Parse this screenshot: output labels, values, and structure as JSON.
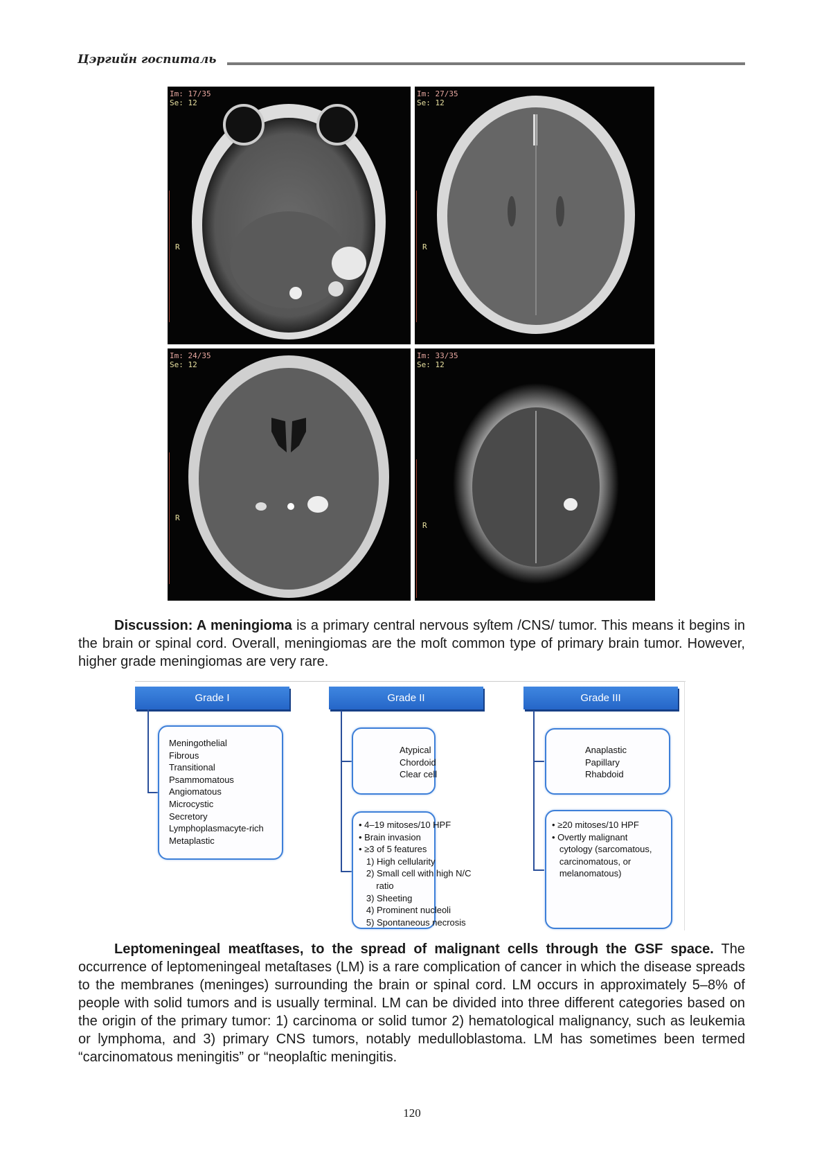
{
  "header": {
    "title": "Цэргийн госпиталь"
  },
  "mri_images": [
    {
      "im": "Im: 17/35",
      "se": "Se: 12",
      "orientation": "R"
    },
    {
      "im": "Im: 27/35",
      "se": "Se: 12",
      "orientation": "R"
    },
    {
      "im": "Im: 24/35",
      "se": "Se: 12",
      "orientation": "R"
    },
    {
      "im": "Im: 33/35",
      "se": "Se: 12",
      "orientation": "R"
    }
  ],
  "discussion": {
    "bold": "Discussion: A meningioma",
    "text": " is a primary central nervous syſtem /CNS/ tumor. This means it begins in the brain or spinal cord. Overall, meningiomas are the moſt common type of primary brain tumor. However, higher grade meningiomas are very rare."
  },
  "diagram": {
    "grades": [
      {
        "title": "Grade I",
        "types": "Meningothelial\nFibrous\nTransitional\nPsammomatous\nAngiomatous\nMicrocystic\nSecretory\nLymphoplasmacyte-rich\nMetaplastic"
      },
      {
        "title": "Grade II",
        "types": "Atypical\nChordoid\nClear cell",
        "criteria": "• 4–19 mitoses/10 HPF\n• Brain invasion\n• ≥3 of 5 features\n   1) High cellularity\n   2) Small cell with high N/C\n       ratio\n   3) Sheeting\n   4) Prominent nucleoli\n   5) Spontaneous necrosis"
      },
      {
        "title": "Grade III",
        "types": "Anaplastic\nPapillary\nRhabdoid",
        "criteria": "• ≥20 mitoses/10 HPF\n• Overtly malignant\n   cytology (sarcomatous,\n   carcinomatous, or\n   melanomatous)"
      }
    ]
  },
  "leptomeningeal": {
    "bold": "Leptomeningeal meatſtases, to the spread of malignant cells through the GSF space.",
    "text": " The occurrence of leptomeningeal metaſtases (LM) is a rare complication of cancer in which the disease spreads to the membranes (meninges) surrounding the brain or spinal cord. LM occurs in approximately 5–8% of people with solid tumors and is usually terminal.  LM can be divided into three different categories based on the origin of the primary tumor: 1) carcinoma or solid tumor 2) hematological malignancy, such as leukemia or lymphoma, and 3) primary CNS tumors, notably medulloblastoma. LM has sometimes been termed “carcinomatous meningitis” or “neoplaſtic meningitis."
  },
  "page_number": "120"
}
